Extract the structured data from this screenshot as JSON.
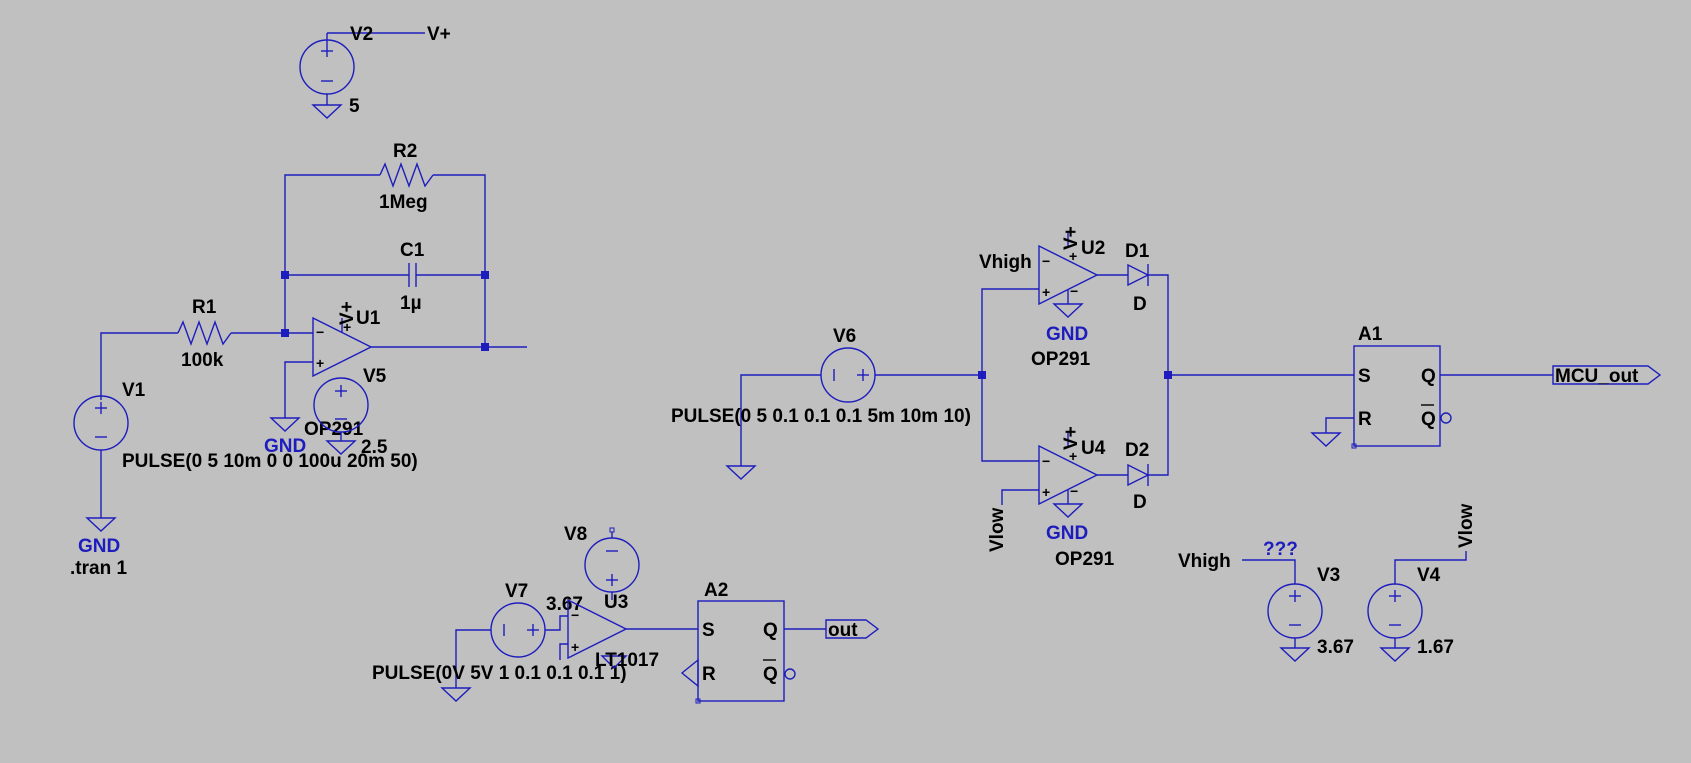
{
  "components": {
    "V1": {
      "ref": "V1",
      "value": "PULSE(0 5 10m 0 0 100u 20m 50)"
    },
    "V2": {
      "ref": "V2",
      "value": "5"
    },
    "V3": {
      "ref": "V3",
      "value": "3.67"
    },
    "V4": {
      "ref": "V4",
      "value": "1.67"
    },
    "V5": {
      "ref": "V5",
      "value": "2.5"
    },
    "V6": {
      "ref": "V6",
      "value": "PULSE(0 5 0.1 0.1 0.1 5m 10m 10)"
    },
    "V7": {
      "ref": "V7",
      "value": "PULSE(0V 5V 1 0.1 0.1 0.1 1)"
    },
    "V8": {
      "ref": "V8"
    },
    "R1": {
      "ref": "R1",
      "value": "100k"
    },
    "R2": {
      "ref": "R2",
      "value": "1Meg"
    },
    "C1": {
      "ref": "C1",
      "value": "1µ"
    },
    "U1": {
      "ref": "U1",
      "model": "OP291"
    },
    "U2": {
      "ref": "U2",
      "model": "OP291"
    },
    "U3": {
      "ref": "U3",
      "model": "LT1017"
    },
    "U4": {
      "ref": "U4",
      "model": "OP291"
    },
    "D1": {
      "ref": "D1",
      "model": "D"
    },
    "D2": {
      "ref": "D2",
      "model": "D"
    },
    "A1": {
      "ref": "A1"
    },
    "A2": {
      "ref": "A2"
    }
  },
  "nets": {
    "vplus": "V+",
    "gnd": "GND",
    "vhigh": "Vhigh",
    "vlow": "Vlow",
    "mcu_out": "MCU_out",
    "out": "out",
    "unknown": "???",
    "v3_67": "3.67"
  },
  "pins": {
    "s": "S",
    "r": "R",
    "q": "Q",
    "qbar": "Q",
    "plus": "+",
    "minus": "−"
  },
  "directives": {
    "tran": ".tran 1"
  },
  "colors": {
    "background": "#c0c0c0",
    "wire": "#1d1dbe",
    "text": "#000000",
    "net_label": "#1d1dbe"
  }
}
